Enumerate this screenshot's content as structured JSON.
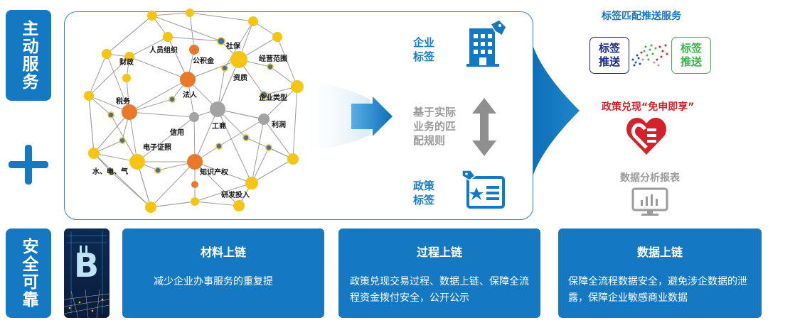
{
  "side_labels": {
    "top": "主动服务",
    "bottom": "安全可靠"
  },
  "network": {
    "labels": {
      "caizheng": "财政",
      "renyuan": "人员组织",
      "gongjijin": "公积金",
      "shebao": "社保",
      "jingying": "经营范围",
      "zizhi": "资质",
      "shuiwu": "税务",
      "faren": "法人",
      "qiye_leixing": "企业类型",
      "xinyong": "信用",
      "gongshang": "工商",
      "lirun": "利润",
      "dianzi": "电子证照",
      "shuidianqi": "水、电、气",
      "zhishi": "知识产权",
      "yanfa": "研发投入"
    }
  },
  "middle": {
    "enterprise_tag": "企业\n标签",
    "rules": "基于实际\n业务的匹\n配规则",
    "policy_tag": "政策\n标签"
  },
  "right": {
    "match_title": "标签匹配推送服务",
    "tag_push_left": "标签\n推送",
    "tag_push_right": "标签\n推送",
    "policy_title": "政策兑现“免申即享”",
    "report_title": "数据分析报表"
  },
  "chain": [
    {
      "title": "材料上链",
      "body": "减少企业办事服务的重复提"
    },
    {
      "title": "过程上链",
      "body": "政策兑现交易过程、数据上链、保障全流程资金拨付安全，公开公示"
    },
    {
      "title": "数据上链",
      "body": "保障全流程数据安全，避免涉企数据的泄露，保障企业敏感商业数据"
    }
  ],
  "colors": {
    "primary_blue": "#1479c2",
    "node_yellow": "#f6c413",
    "node_orange": "#e8792b",
    "node_gray": "#a3a3a3",
    "node_blue": "#3d6fb8",
    "heart_red": "#d3232a",
    "green_tag": "#3ab54a"
  }
}
